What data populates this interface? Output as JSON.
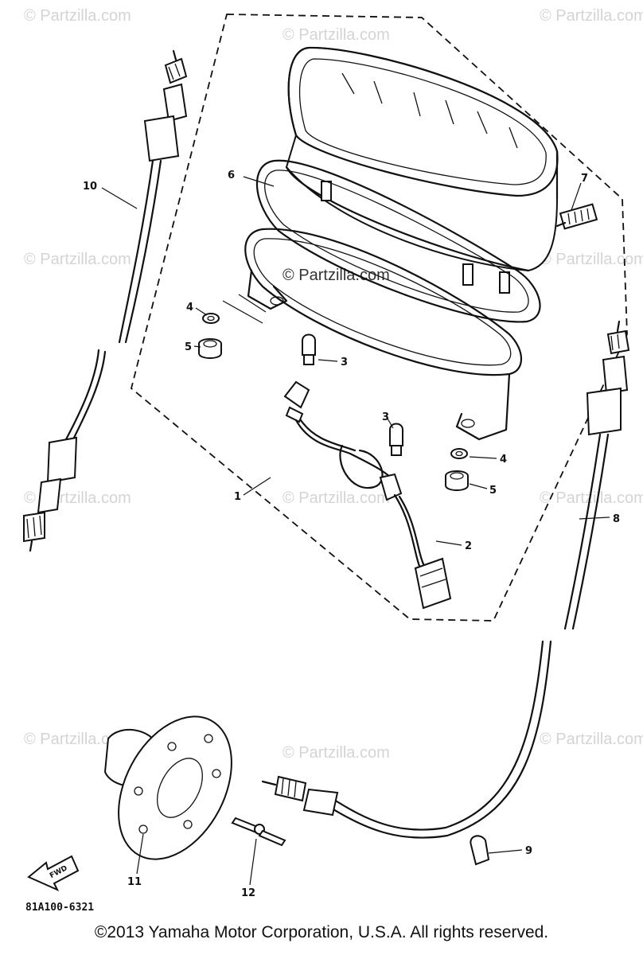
{
  "watermark": "© Partzilla.com",
  "center_watermark": "© Partzilla.com",
  "callouts": {
    "c1": "1",
    "c2": "2",
    "c3a": "3",
    "c3b": "3",
    "c4a": "4",
    "c4b": "4",
    "c5a": "5",
    "c5b": "5",
    "c6": "6",
    "c7": "7",
    "c8": "8",
    "c9": "9",
    "c10": "10",
    "c11": "11",
    "c12": "12"
  },
  "fwd_label": "FWD",
  "diagram_code": "81A100-6321",
  "copyright": "©2013  Yamaha Motor Corporation, U.S.A. All rights reserved."
}
